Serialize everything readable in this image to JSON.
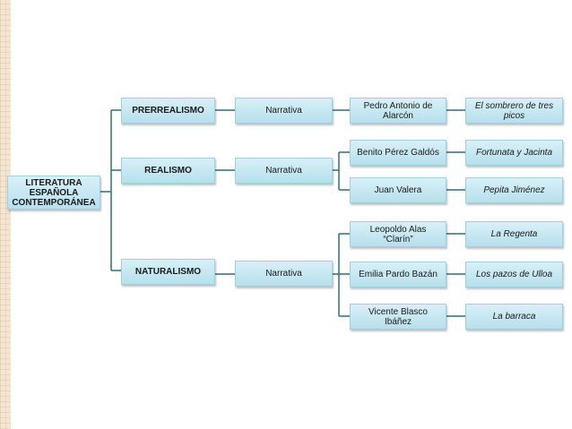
{
  "root": "LITERATURA ESPAÑOLA CONTEMPORÁNEA",
  "branches": [
    {
      "movement": "PRERREALISMO",
      "genre": "Narrativa",
      "authors": [
        {
          "name": "Pedro Antonio de Alarcón",
          "work": "El sombrero de tres picos"
        }
      ]
    },
    {
      "movement": "REALISMO",
      "genre": "Narrativa",
      "authors": [
        {
          "name": "Benito Pérez Galdós",
          "work": "Fortunata y Jacinta"
        },
        {
          "name": "Juan Valera",
          "work": "Pepita Jiménez"
        }
      ]
    },
    {
      "movement": "NATURALISMO",
      "genre": "Narrativa",
      "authors": [
        {
          "name": "Leopoldo Alas “Clarín”",
          "work": "La Regenta"
        },
        {
          "name": "Emilia Pardo Bazán",
          "work": "Los pazos de Ulloa"
        },
        {
          "name": "Vicente Blasco Ibáñez",
          "work": "La barraca"
        }
      ]
    }
  ],
  "colors": {
    "box_top": "#d8f0f7",
    "box_bottom": "#b6e0ec",
    "line": "#2f6f7e"
  }
}
